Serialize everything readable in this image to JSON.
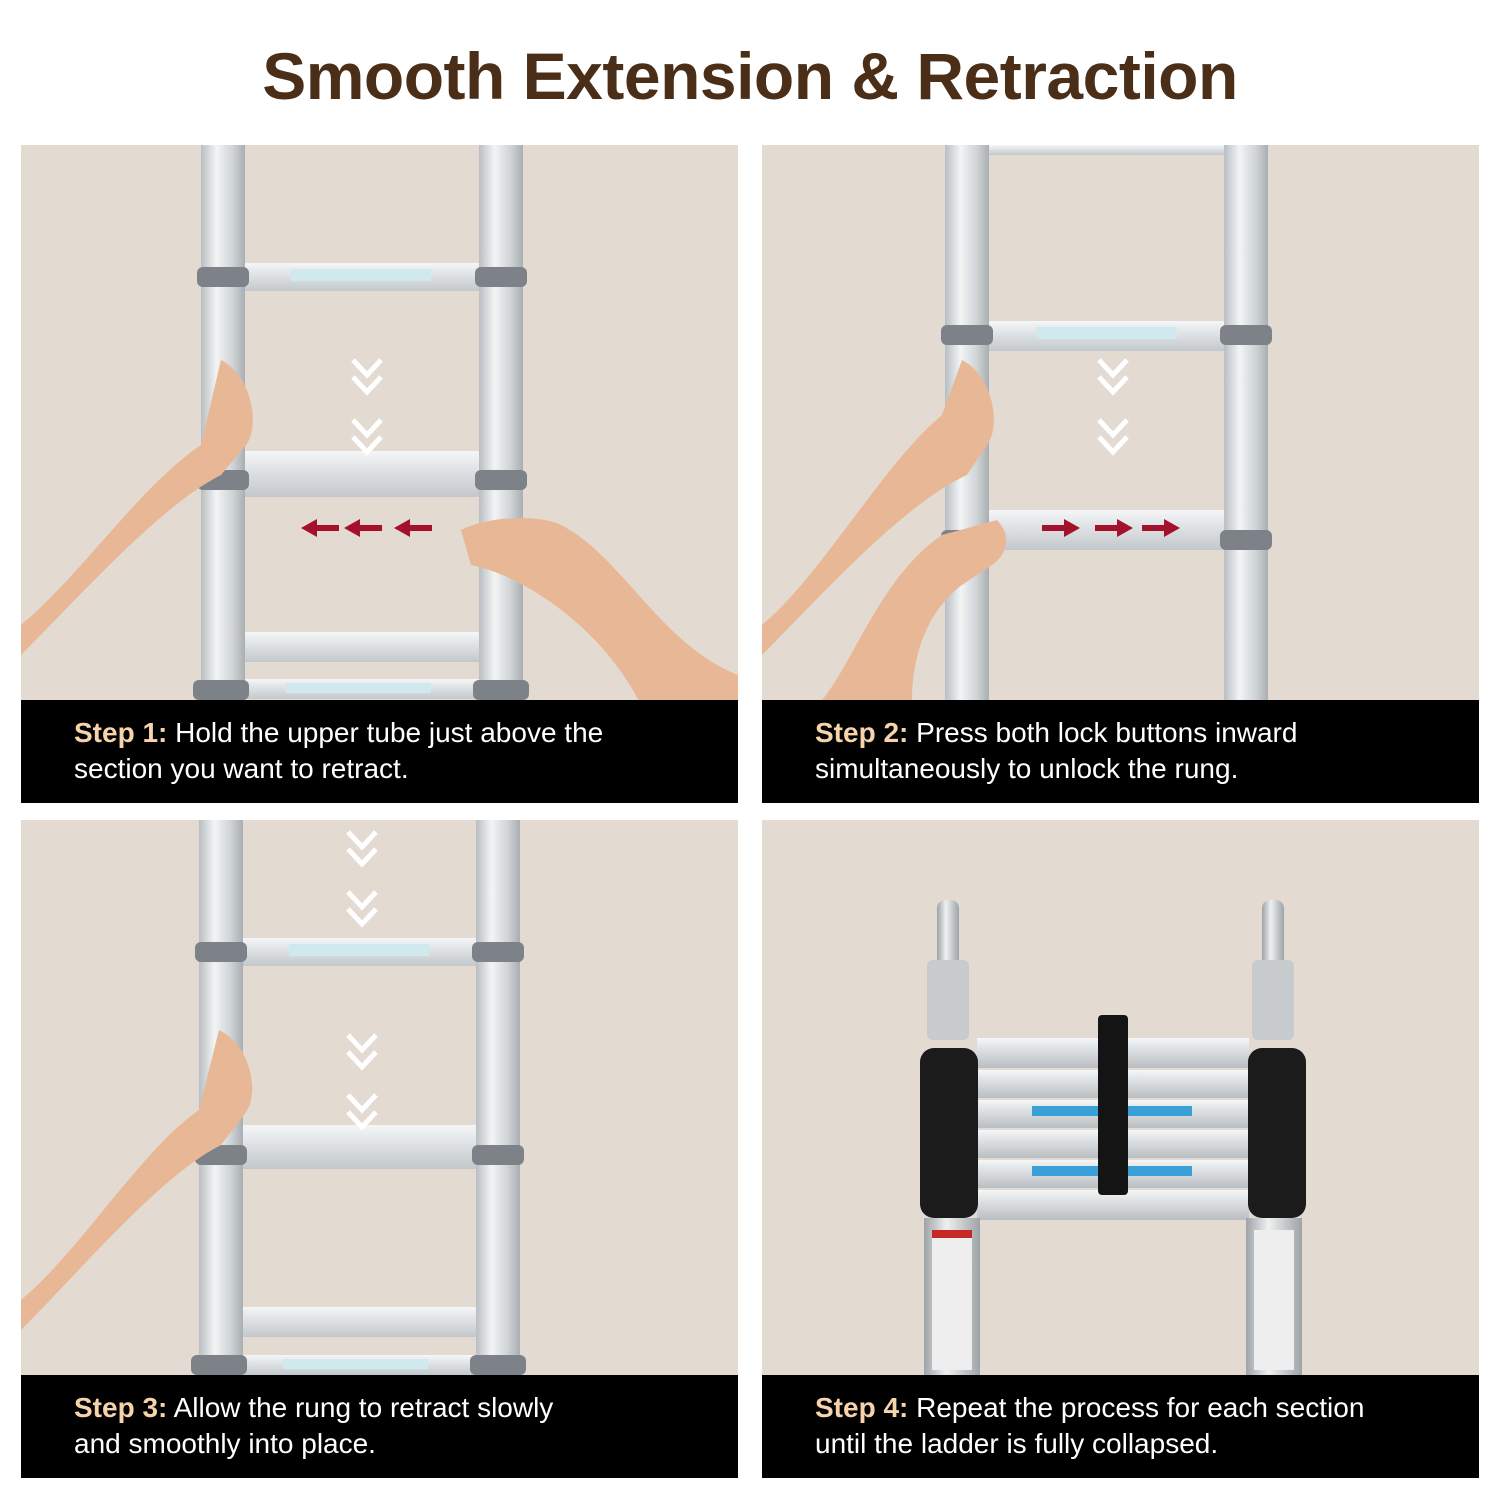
{
  "title": "Smooth Extension & Retraction",
  "colors": {
    "title": "#4a2e17",
    "step_label": "#f6d3ab",
    "panel_bg": "#e3dad1",
    "caption_bg": "#000000",
    "arrow_red": "#a3122a"
  },
  "steps": [
    {
      "label": "Step 1:",
      "text_line1": "Hold the upper tube just above the",
      "text_line2": "section you want to retract."
    },
    {
      "label": "Step 2:",
      "text_line1": "Press both lock buttons inward",
      "text_line2": "simultaneously to unlock the rung."
    },
    {
      "label": "Step 3:",
      "text_line1": "Allow the rung to retract slowly",
      "text_line2": "and smoothly into place."
    },
    {
      "label": "Step 4:",
      "text_line1": "Repeat the process for each section",
      "text_line2": "until the ladder is fully collapsed."
    }
  ],
  "icons": [
    "chevron-down-icon",
    "arrow-left-icon",
    "arrow-right-icon"
  ]
}
